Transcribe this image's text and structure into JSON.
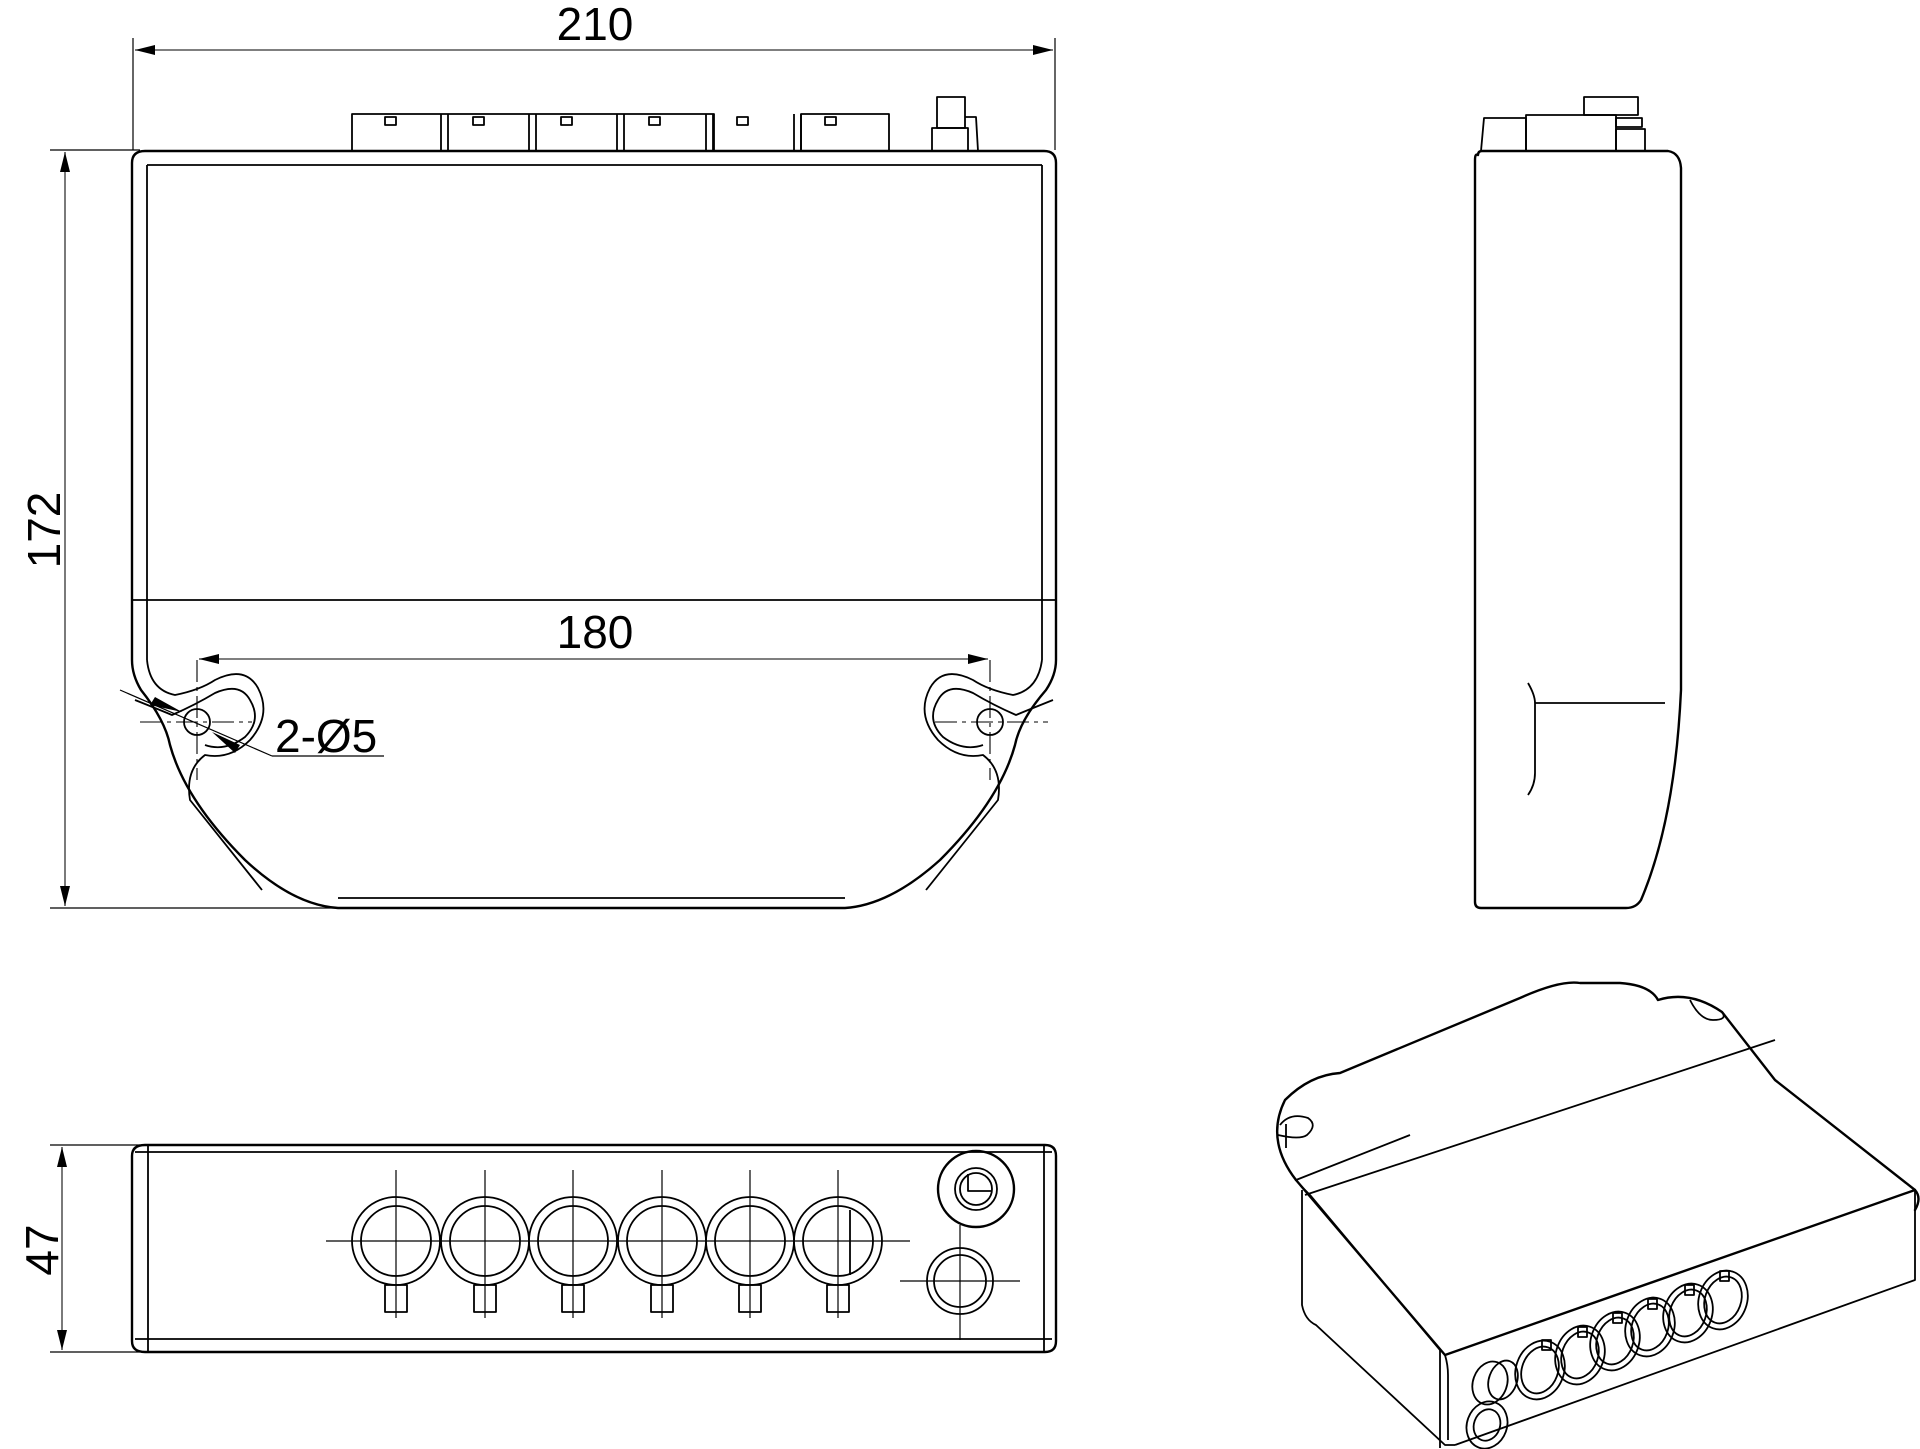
{
  "drawing": {
    "type": "technical-drawing",
    "subject": "enclosure-with-six-cable-glands",
    "line_color": "#000000",
    "background": "#ffffff"
  },
  "dimensions": {
    "overall_width": "210",
    "overall_height": "172",
    "mounting_hole_spacing": "180",
    "mounting_holes": "2-Ø5",
    "depth": "47"
  },
  "views": [
    {
      "name": "front-view",
      "label": ""
    },
    {
      "name": "side-view",
      "label": ""
    },
    {
      "name": "bottom-view",
      "label": ""
    },
    {
      "name": "isometric-view",
      "label": ""
    }
  ],
  "features": {
    "cable_glands_count": 6,
    "top_connectors_count": 6
  }
}
